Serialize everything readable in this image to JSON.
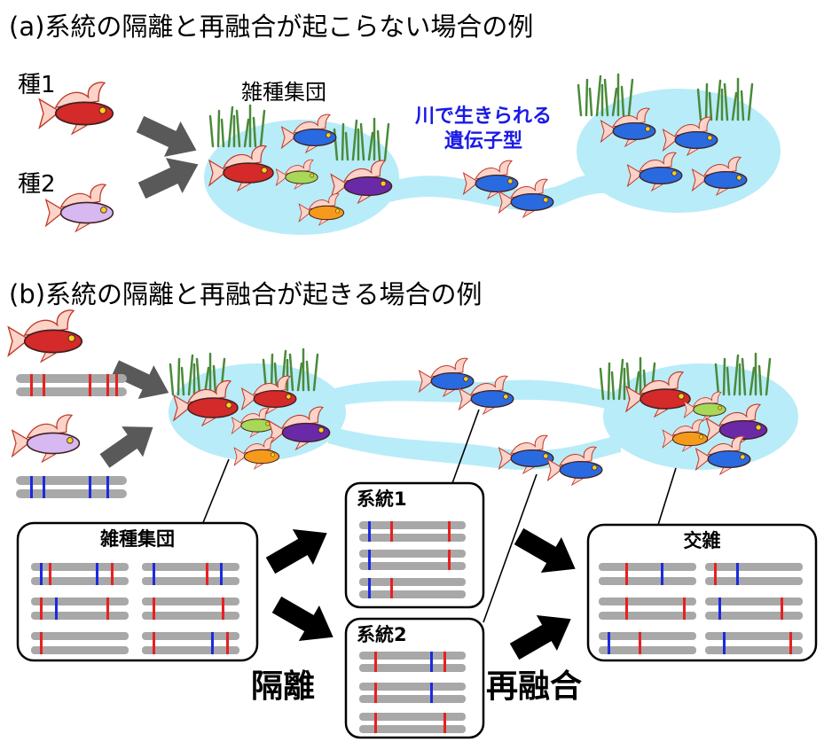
{
  "title_a": "(a)系統の隔離と再融合が起こらない場合の例",
  "title_b": "(b)系統の隔離と再融合が起きる場合の例",
  "species1": "種1",
  "species2": "種2",
  "hybrid_pop_label": "雑種集団",
  "river_genotype_line1": "川で生きられる",
  "river_genotype_line2": "遺伝子型",
  "box_hybrid": "雑種集団",
  "box_lineage1": "系統1",
  "box_lineage2": "系統2",
  "box_cross": "交雑",
  "label_isolation": "隔離",
  "label_refusion": "再融合",
  "colors": {
    "water": "#b8ecf8",
    "chromosome": "#a8a8a8",
    "red_band": "#e82020",
    "blue_band": "#1a2ae0",
    "red_fish": "#d42a2a",
    "purple_fish": "#d8b8f0",
    "blue_fish": "#2a6ae0",
    "orange_fish": "#f59a1a",
    "green_fish": "#a8d858",
    "violet_fish": "#6a2aa8",
    "reed": "#4a8a3a",
    "arrow_gray": "#595959",
    "arrow_black": "#000000",
    "river_text": "#1a1ae6"
  }
}
